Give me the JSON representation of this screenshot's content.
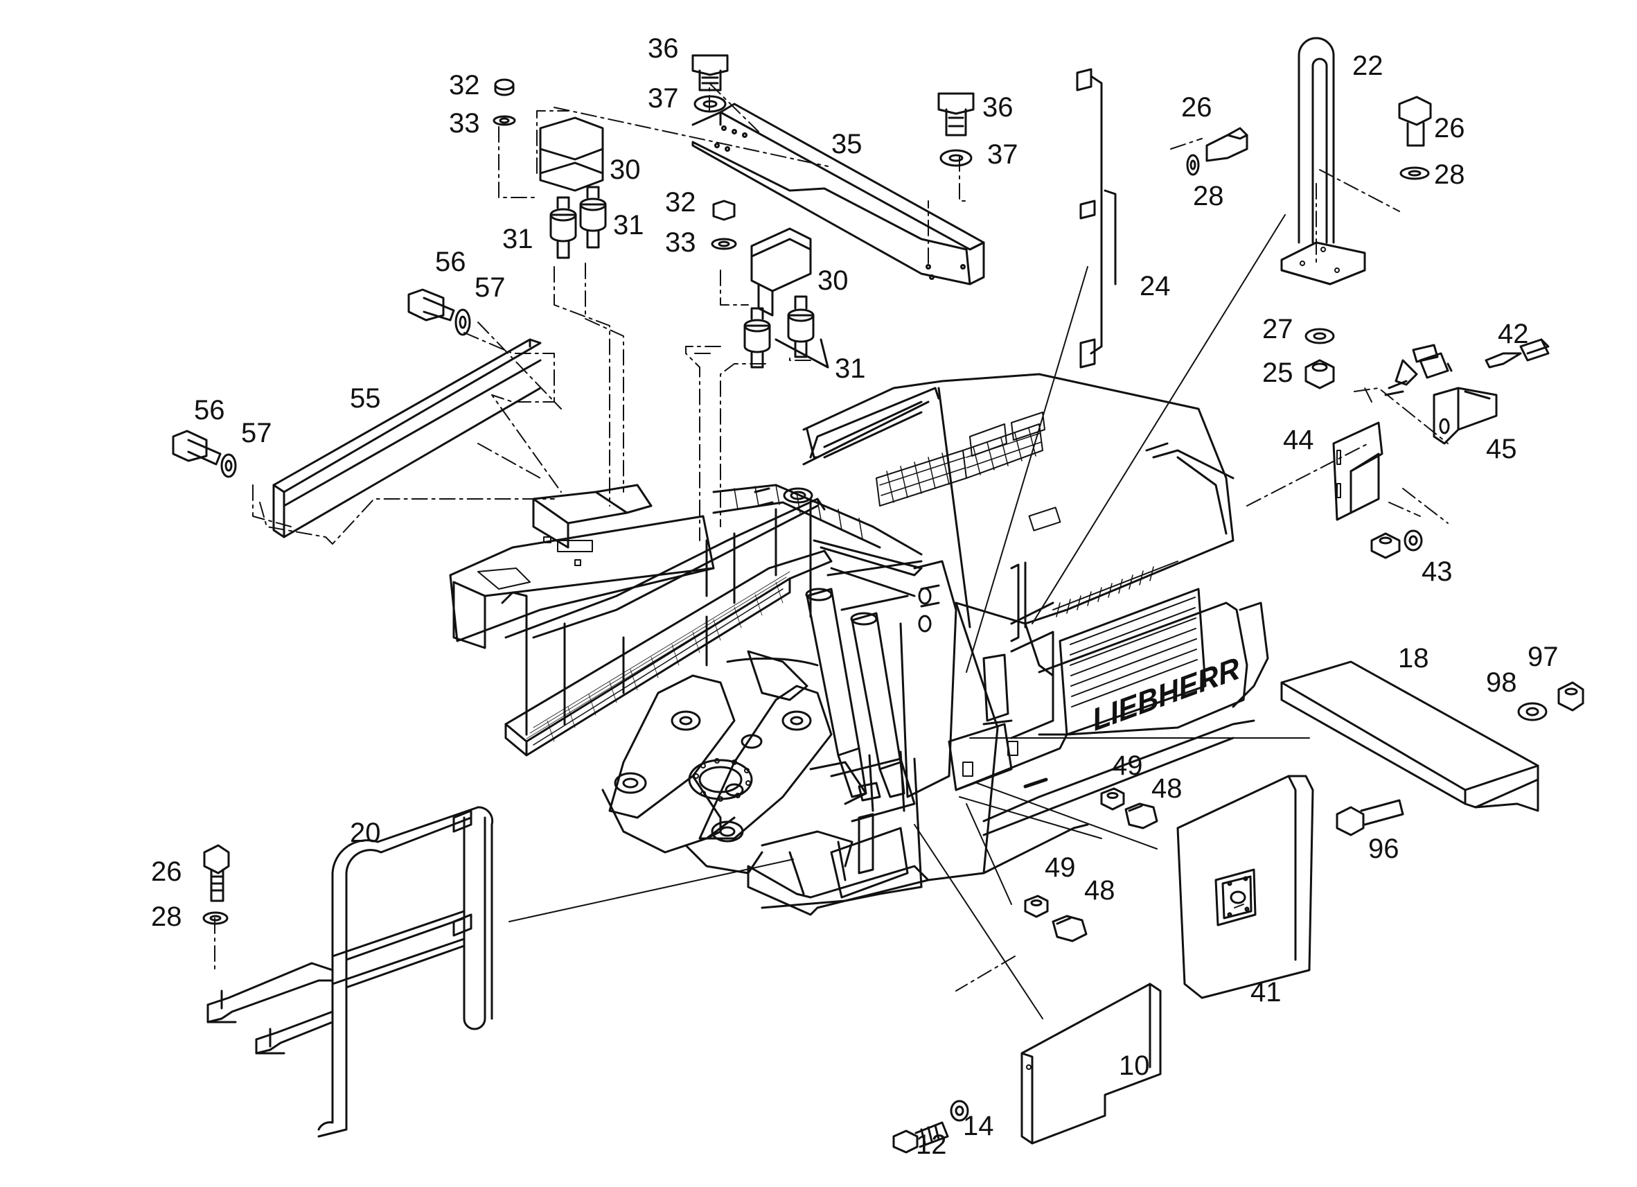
{
  "brand": "LIEBHERR",
  "colors": {
    "line": "#111111",
    "background": "#ffffff",
    "shade": "#555555"
  },
  "callouts": {
    "c36a": "36",
    "c37a": "37",
    "c36b": "36",
    "c37b": "37",
    "c32a": "32",
    "c33a": "33",
    "c30a": "30",
    "c31a": "31",
    "c31b": "31",
    "c35": "35",
    "c32b": "32",
    "c33b": "33",
    "c30b": "30",
    "c31c": "31",
    "c56a": "56",
    "c57a": "57",
    "c55": "55",
    "c56b": "56",
    "c57b": "57",
    "c24": "24",
    "c26a": "26",
    "c28a": "28",
    "c22": "22",
    "c26b": "26",
    "c28b": "28",
    "c27": "27",
    "c25": "25",
    "c42": "42",
    "c44": "44",
    "c45": "45",
    "c43": "43",
    "c18": "18",
    "c97": "97",
    "c98": "98",
    "c96": "96",
    "c49a": "49",
    "c48a": "48",
    "c49b": "49",
    "c48b": "48",
    "c41": "41",
    "c10": "10",
    "c12": "12",
    "c14": "14",
    "c20": "20",
    "c26c": "26",
    "c28c": "28"
  }
}
